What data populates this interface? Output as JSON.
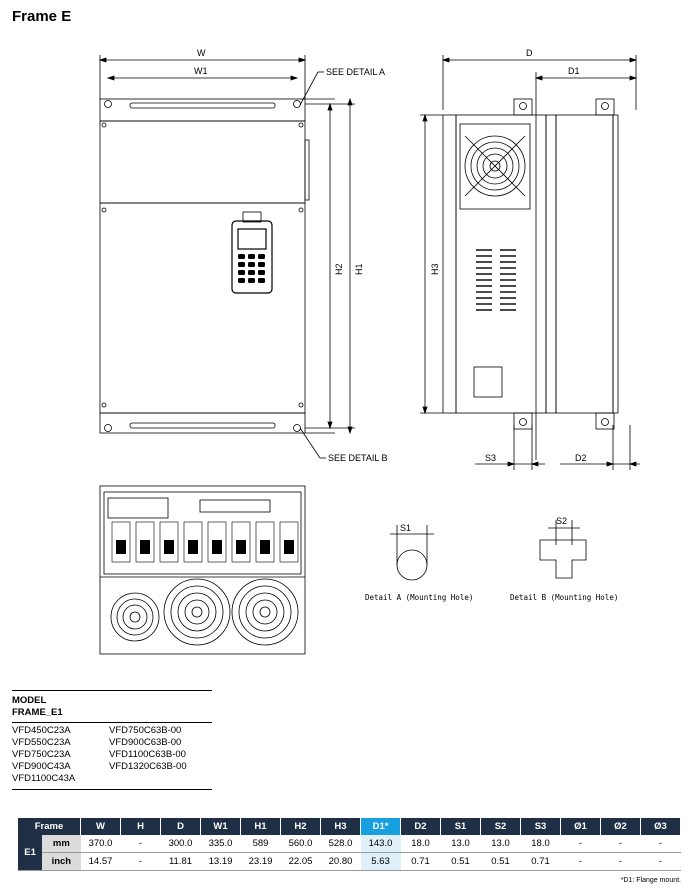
{
  "title": "Frame E",
  "dims": {
    "W": "W",
    "W1": "W1",
    "D": "D",
    "D1": "D1",
    "H1": "H1",
    "H2": "H2",
    "H3": "H3",
    "S3": "S3",
    "D2": "D2",
    "S1": "S1",
    "S2": "S2"
  },
  "callouts": {
    "detail_a": "SEE DETAIL A",
    "detail_b": "SEE DETAIL B"
  },
  "details": {
    "a": "Detail A (Mounting Hole)",
    "b": "Detail B (Mounting Hole)"
  },
  "model": {
    "header_line1": "MODEL",
    "header_line2": "FRAME_E1",
    "col1": [
      "VFD450C23A",
      "VFD550C23A",
      "VFD750C23A",
      "VFD900C43A",
      "VFD1100C43A"
    ],
    "col2": [
      "VFD750C63B-00",
      "VFD900C63B-00",
      "VFD1100C63B-00",
      "VFD1320C63B-00"
    ]
  },
  "table": {
    "frame_label": "Frame",
    "headers": [
      "W",
      "H",
      "D",
      "W1",
      "H1",
      "H2",
      "H3",
      "D1*",
      "D2",
      "S1",
      "S2",
      "S3",
      "Ø1",
      "Ø2",
      "Ø3"
    ],
    "frame": "E1",
    "rows": [
      {
        "unit": "mm",
        "values": [
          "370.0",
          "-",
          "300.0",
          "335.0",
          "589",
          "560.0",
          "528.0",
          "143.0",
          "18.0",
          "13.0",
          "13.0",
          "18.0",
          "-",
          "-",
          "-"
        ]
      },
      {
        "unit": "inch",
        "values": [
          "14.57",
          "-",
          "11.81",
          "13.19",
          "23.19",
          "22.05",
          "20.80",
          "5.63",
          "0.71",
          "0.51",
          "0.51",
          "0.71",
          "-",
          "-",
          "-"
        ]
      }
    ]
  },
  "footnote": "*D1: Flange mount."
}
